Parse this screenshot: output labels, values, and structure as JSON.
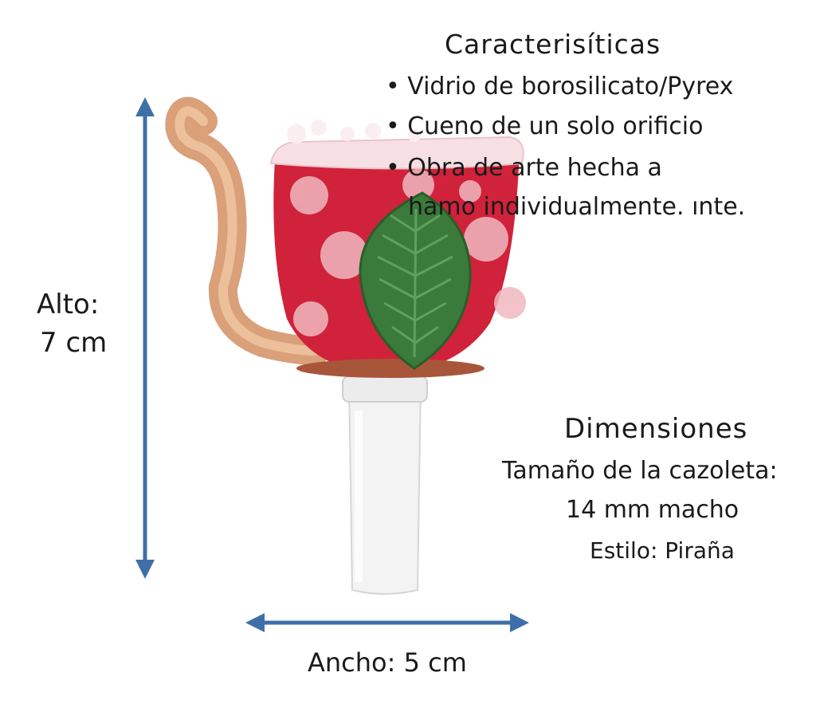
{
  "features": {
    "title": "Caracterisíticas",
    "items": [
      "• Vidrio de borosilicato/Pyrex",
      "• Cueno de un solo orificio",
      "• Obra de arte hecha a",
      "hamo individualmente. ınte."
    ]
  },
  "height": {
    "label": "Alto:",
    "value": "7 cm"
  },
  "dimensions": {
    "title": "Dimensiones",
    "lines": [
      "Tamaño de la cazoleta:",
      "14 mm macho",
      "Estilo: Piraña"
    ]
  },
  "width": {
    "label": "Ancho: 5 cm"
  },
  "colors": {
    "arrow": "#3f6fa8",
    "bowl_red": "#d0223a",
    "leaf_green": "#3a7a3a",
    "stem_frost": "#f4f4f4",
    "handle_amber": "#d9a07a",
    "rim_copper": "#a8563a"
  }
}
